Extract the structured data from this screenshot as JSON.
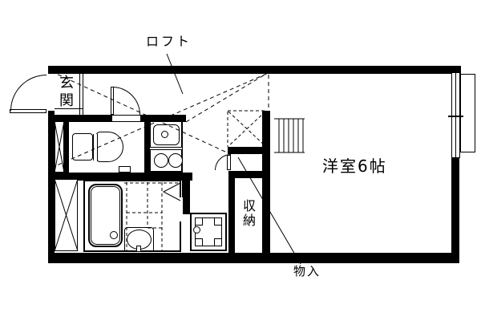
{
  "plan": {
    "labels": {
      "loft": "ロフト",
      "entrance": "玄関",
      "western_room": "洋室6帖",
      "closet": "収納",
      "storage": "物入"
    },
    "colors": {
      "line": "#000000",
      "background": "#ffffff"
    },
    "fixtures": [
      "entrance-door",
      "hallway-door",
      "toilet",
      "pipe-shaft-upper",
      "pipe-shaft-lower",
      "kitchen-sink",
      "gas-stove",
      "unit-bath",
      "bathtub",
      "washbasin",
      "washing-machine-pan",
      "storage-door",
      "loft-hatch",
      "loft-ladder",
      "sliding-window"
    ]
  }
}
